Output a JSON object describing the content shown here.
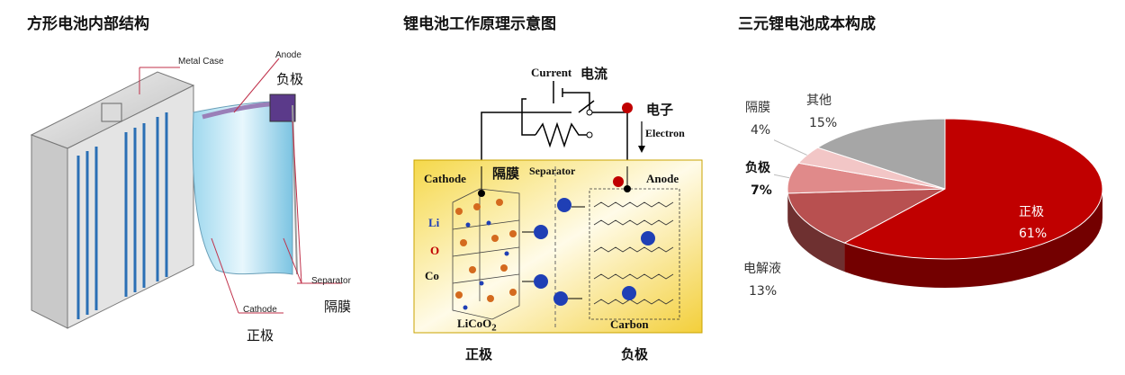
{
  "panels": {
    "left": {
      "title": "方形电池内部结构",
      "labels": {
        "metal_case": "Metal Case",
        "anode": "Anode",
        "anode_cn": "负极",
        "separator": "Separator",
        "separator_cn": "隔膜",
        "cathode": "Cathode",
        "cathode_cn": "正极"
      }
    },
    "middle": {
      "title": "锂电池工作原理示意图",
      "labels": {
        "current": "Current",
        "current_cn": "电流",
        "electron_cn": "电子",
        "electron": "Electron",
        "cathode": "Cathode",
        "separator_cn": "隔膜",
        "separator": "Separator",
        "anode": "Anode",
        "li": "Li",
        "o": "O",
        "co": "Co",
        "licoo": "LiCoO",
        "licoo_sub": "2",
        "carbon": "Carbon",
        "bottom_left": "正极",
        "bottom_right": "负极"
      }
    },
    "right": {
      "title": "三元锂电池成本构成"
    }
  },
  "chart_data": {
    "type": "pie",
    "title": "三元锂电池成本构成",
    "slices": [
      {
        "name": "正极",
        "value": 61,
        "label": "61%",
        "color": "#c00000"
      },
      {
        "name": "电解液",
        "value": 13,
        "label": "13%",
        "color": "#b85050"
      },
      {
        "name": "负极",
        "value": 7,
        "label": "7%",
        "color": "#e08a8a"
      },
      {
        "name": "隔膜",
        "value": 4,
        "label": "4%",
        "color": "#f2c6c6"
      },
      {
        "name": "其他",
        "value": 15,
        "label": "15%",
        "color": "#a6a6a6"
      }
    ]
  }
}
